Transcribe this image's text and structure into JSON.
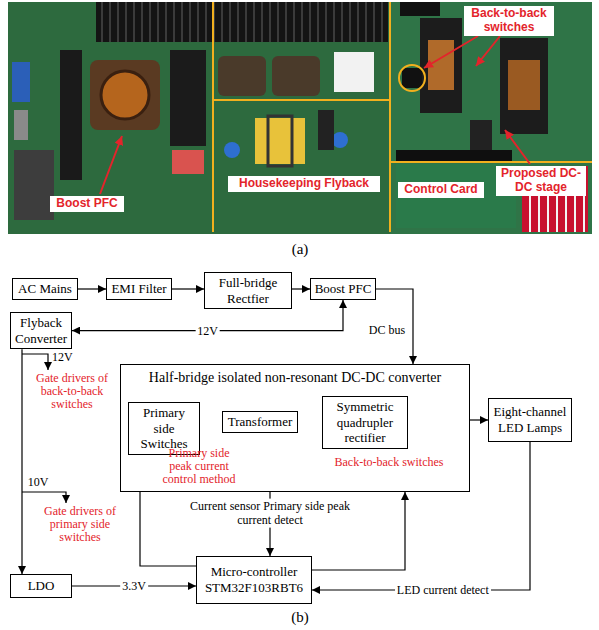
{
  "diagram": {
    "nodes": [
      {
        "text": [
          "AC Mains"
        ]
      },
      {
        "text": [
          "EMI Filter"
        ]
      },
      {
        "text": [
          "Full-bridge Rectfier"
        ]
      },
      {
        "text": [
          "Boost PFC"
        ]
      },
      {
        "text": [
          "Flyback Converter"
        ]
      },
      {
        "text": [
          "Half-bridge isolated non-resonant DC-DC converter"
        ]
      },
      {
        "text": [
          "Primary side Switches"
        ],
        "in": 5
      },
      {
        "text": [
          "Transformer"
        ],
        "in": 5
      },
      {
        "text": [
          "Symmetric quadrupler rectifier"
        ],
        "in": 5
      },
      {
        "text": [
          "Eight-channel LED Lamps"
        ]
      },
      {
        "text": [
          "LDO"
        ]
      },
      {
        "text": [
          "Micro-controller STM32F103RBT6"
        ]
      }
    ],
    "edges": [
      {
        "from": 0,
        "to": 1,
        "arrow": "to"
      },
      {
        "from": 1,
        "to": 2,
        "arrow": "to"
      },
      {
        "from": 2,
        "to": 3,
        "arrow": "to"
      },
      {
        "from": 4,
        "to": 3,
        "label": "12V",
        "arrow": "both"
      },
      {
        "from": 3,
        "to": 5,
        "label": "DC bus",
        "arrow": "to"
      },
      {
        "from": 6,
        "to": 7,
        "arrow": "to"
      },
      {
        "from": 7,
        "to": 8,
        "arrow": "to"
      },
      {
        "from": 5,
        "to": 9,
        "arrow": "to"
      },
      {
        "from": 4,
        "to": 10,
        "label": "10V",
        "arrow": "to"
      },
      {
        "from": 10,
        "to": 11,
        "label": "3.3V",
        "arrow": "to"
      },
      {
        "from": 11,
        "to": 6,
        "arrow": "to"
      },
      {
        "from": 7,
        "to": 11,
        "label": "Current sensor Primary side peak current detect",
        "arrow": "to"
      },
      {
        "from": 11,
        "to": 5,
        "arrow": "to"
      },
      {
        "from": 9,
        "to": 11,
        "label": "LED current detect",
        "arrow": "to"
      }
    ],
    "labels": [
      "Back-to-back switches",
      "Boost PFC",
      "Housekeeping Flyback",
      "Control Card",
      "Proposed DC-DC stage",
      "(a)",
      "12V",
      "Gate drivers of back-to-back switches",
      "Gate drivers of primary side switches",
      "Primary side peak current control method",
      "Back-to-back switches",
      "(b)"
    ]
  }
}
